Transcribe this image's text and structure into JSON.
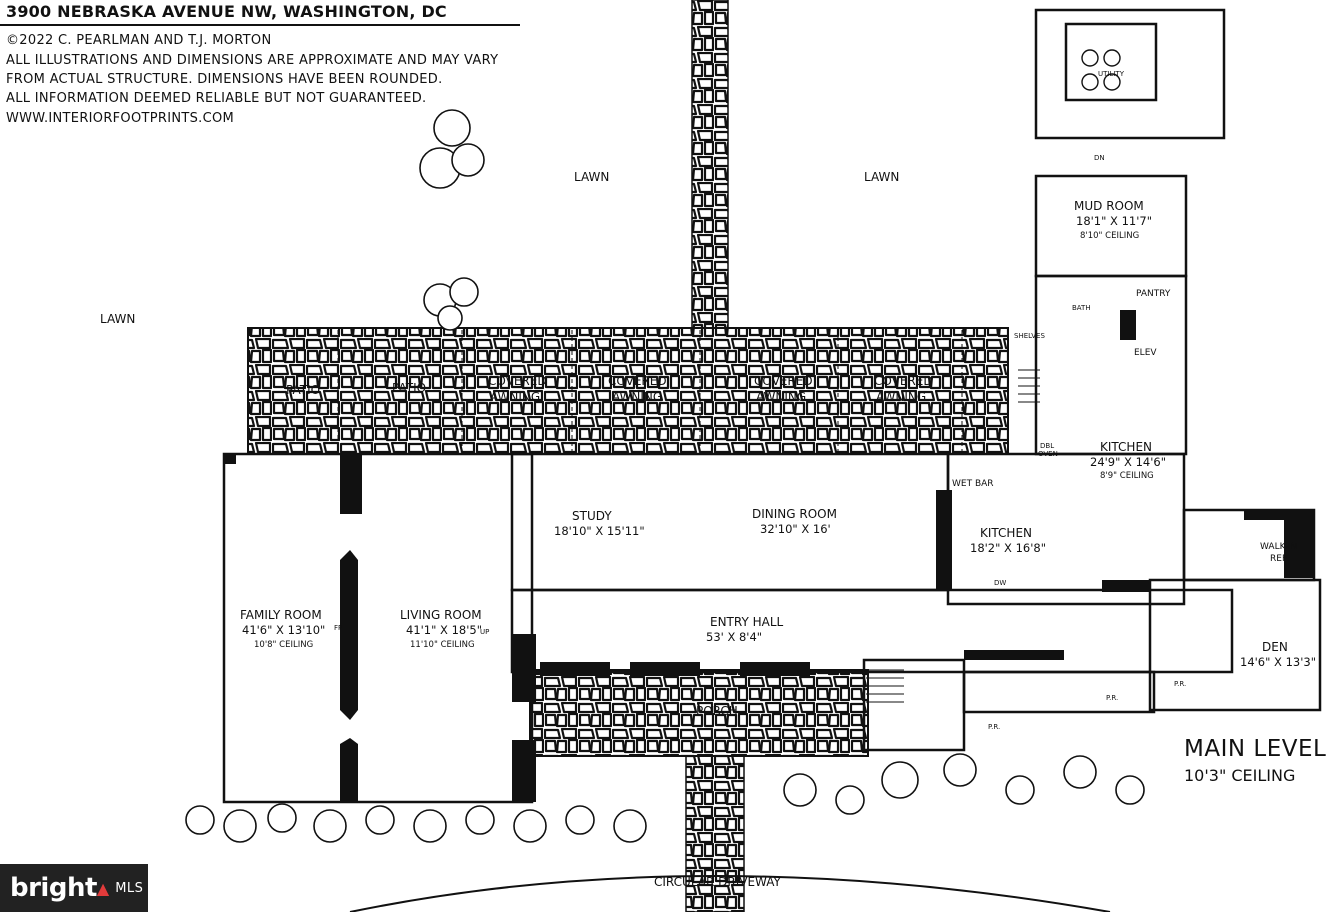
{
  "header": {
    "address": "3900 NEBRASKA AVENUE NW, WASHINGTON, DC",
    "copyright": "©2022 C. PEARLMAN AND T.J. MORTON",
    "disclaimer_1": "ALL ILLUSTRATIONS AND DIMENSIONS ARE APPROXIMATE AND MAY VARY",
    "disclaimer_2": "FROM ACTUAL STRUCTURE. DIMENSIONS HAVE BEEN ROUNDED.",
    "disclaimer_3": "ALL INFORMATION DEEMED RELIABLE BUT NOT GUARANTEED.",
    "website": "WWW.INTERIORFOOTPRINTS.COM"
  },
  "level": {
    "name": "MAIN LEVEL",
    "ceiling": "10'3\" CEILING"
  },
  "outdoor": {
    "lawn_left": "LAWN",
    "lawn_mid_1": "LAWN",
    "lawn_mid_2": "LAWN",
    "driveway": "CIRCULAR DRIVEWAY",
    "patio_1": "PATIO",
    "patio_2": "PATIO",
    "awning_1a": "COVERED",
    "awning_1b": "AWNING",
    "awning_2a": "COVERED",
    "awning_2b": "AWNING",
    "awning_3a": "COVERED",
    "awning_3b": "AWNING",
    "awning_4a": "COVERED",
    "awning_4b": "AWNING",
    "porch": "PORCH"
  },
  "rooms": {
    "family": {
      "name": "FAMILY ROOM",
      "dims": "41'6\" X 13'10\"",
      "ceiling": "10'8\" CEILING"
    },
    "living": {
      "name": "LIVING ROOM",
      "dims": "41'1\" X 18'5\"",
      "ceiling": "11'10\" CEILING"
    },
    "study": {
      "name": "STUDY",
      "dims": "18'10\" X 15'11\""
    },
    "dining": {
      "name": "DINING ROOM",
      "dims": "32'10\" X 16'"
    },
    "entry": {
      "name": "ENTRY HALL",
      "dims": "53' X 8'4\""
    },
    "kitchen_small": {
      "name": "KITCHEN",
      "dims": "18'2\" X 16'8\""
    },
    "kitchen_main": {
      "name": "KITCHEN",
      "dims": "24'9\" X 14'6\"",
      "ceiling": "8'9\" CEILING"
    },
    "mud": {
      "name": "MUD ROOM",
      "dims": "18'1\" X 11'7\"",
      "ceiling": "8'10\" CEILING"
    },
    "den": {
      "name": "DEN",
      "dims": "14'6\" X 13'3\""
    },
    "walkin_1": "WALK-IN",
    "walkin_2": "REF",
    "wet_bar": "WET BAR",
    "pantry": "PANTRY",
    "elev": "ELEV",
    "bath": "BATH",
    "shelves": "SHELVES",
    "utility": "UTILITY",
    "pr_1": "P.R.",
    "pr_2": "P.R.",
    "pr_3": "P.R.",
    "dbl_oven_1": "DBL",
    "dbl_oven_2": "OVEN",
    "dw": "DW",
    "fp": "FP",
    "up": "UP",
    "dn": "DN"
  },
  "branding": {
    "logo": "bright",
    "logo_suffix": "MLS"
  },
  "colors": {
    "ink": "#111111",
    "stone": "#ffffff",
    "paper": "#ffffff"
  }
}
